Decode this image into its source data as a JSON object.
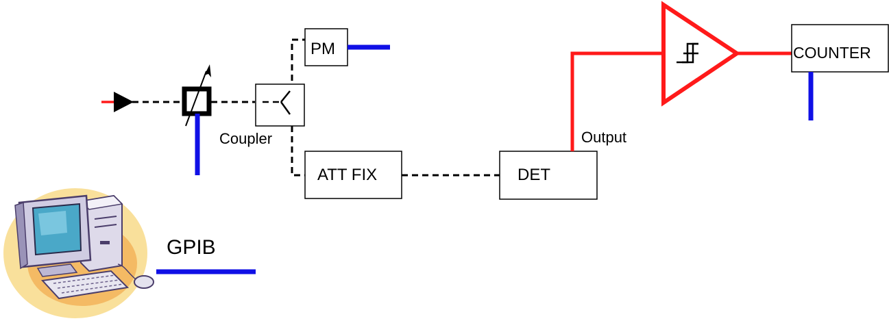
{
  "labels": {
    "pm": "PM",
    "coupler": "Coupler",
    "att_fix": "ATT FIX",
    "det": "DET",
    "output": "Output",
    "counter": "COUNTER",
    "gpib": "GPIB"
  },
  "colors": {
    "optical_path": "#000000",
    "rf_path": "#ff1a1a",
    "gpib_bus": "#1010e6",
    "box_border": "#000000"
  },
  "icons": {
    "source": "arrow-triangle-icon",
    "attenuator": "variable-attenuator-icon",
    "switch": "optical-switch-icon",
    "comparator": "schmitt-trigger-icon",
    "computer": "computer-icon"
  }
}
